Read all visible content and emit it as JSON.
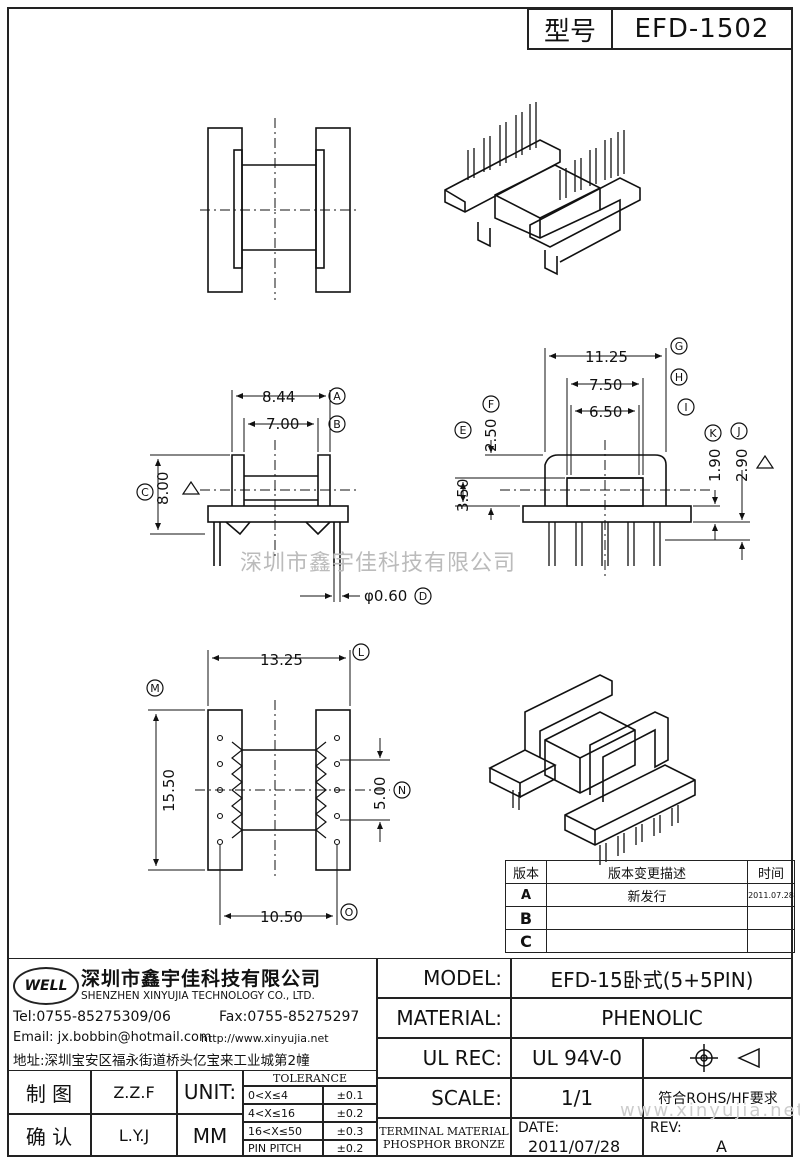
{
  "title": {
    "label": "型号",
    "value": "EFD-1502"
  },
  "dims": {
    "d1": "8.44",
    "d2": "7.00",
    "d3": "8.00",
    "d4": "φ0.60",
    "d5": "11.25",
    "d6": "7.50",
    "d7": "6.50",
    "d8": "2.50",
    "d9": "3.50",
    "d10": "1.90",
    "d11": "2.90",
    "d12": "13.25",
    "d13": "15.50",
    "d14": "5.00",
    "d15": "10.50"
  },
  "markers": {
    "A": "A",
    "B": "B",
    "C": "C",
    "D": "D",
    "E": "E",
    "F": "F",
    "G": "G",
    "H": "H",
    "I": "I",
    "J": "J",
    "K": "K",
    "L": "L",
    "M": "M",
    "N": "N",
    "O": "O"
  },
  "watermark": "深圳市鑫宇佳科技有限公司",
  "watermark_url": "www.xinyujia.net",
  "revision": {
    "headers": [
      "版本",
      "版本变更描述",
      "时间"
    ],
    "rows": [
      {
        "ver": "A",
        "desc": "新发行",
        "date": "2011.07.28"
      },
      {
        "ver": "B",
        "desc": "",
        "date": ""
      },
      {
        "ver": "C",
        "desc": "",
        "date": ""
      }
    ]
  },
  "company": {
    "logo": "WELL",
    "name_cn": "深圳市鑫宇佳科技有限公司",
    "name_en": "SHENZHEN XINYUJIA TECHNOLOGY CO., LTD.",
    "tel": "Tel:0755-85275309/06",
    "fax": "Fax:0755-85275297",
    "email": "Email: jx.bobbin@hotmail.com",
    "web": "http://www.xinyujia.net",
    "address": "地址:深圳宝安区福永街道桥头亿宝来工业城第2幢"
  },
  "signoff": {
    "draw_label": "制 图",
    "draw_name": "Z.Z.F",
    "check_label": "确 认",
    "check_name": "L.Y.J",
    "unit_label": "UNIT:",
    "unit_value": "MM"
  },
  "tolerance": {
    "title": "TOLERANCE",
    "rows": [
      {
        "range": "0<X≤4",
        "tol": "±0.1"
      },
      {
        "range": "4<X≤16",
        "tol": "±0.2"
      },
      {
        "range": "16<X≤50",
        "tol": "±0.3"
      },
      {
        "range": "PIN PITCH",
        "tol": "±0.2"
      }
    ]
  },
  "spec": {
    "model_label": "MODEL:",
    "model_value": "EFD-15卧式(5+5PIN)",
    "material_label": "MATERIAL:",
    "material_value": "PHENOLIC",
    "ulrec_label": "UL REC:",
    "ulrec_value": "UL 94V-0",
    "scale_label": "SCALE:",
    "scale_value": "1/1",
    "rohs": "符合ROHS/HF要求",
    "terminal_label": "TERMINAL MATERIAL",
    "terminal_value": "PHOSPHOR BRONZE",
    "date_label": "DATE:",
    "date_value": "2011/07/28",
    "rev_label": "REV:",
    "rev_value": "A"
  }
}
